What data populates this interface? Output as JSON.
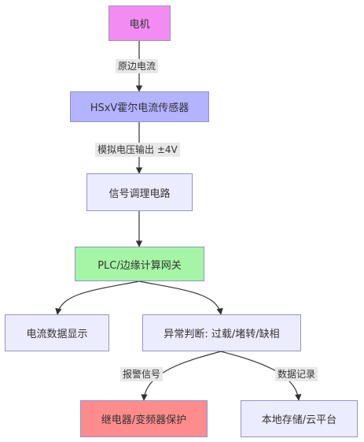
{
  "nodes": {
    "motor": {
      "label": "电机",
      "fill": "#f28cf2"
    },
    "sensor": {
      "label": "HSxV霍尔电流传感器",
      "fill": "#b3b3ff"
    },
    "conditioning": {
      "label": "信号调理电路",
      "fill": "#ececff"
    },
    "gateway": {
      "label": "PLC/边缘计算网关",
      "fill": "#a6f5a6"
    },
    "display": {
      "label": "电流数据显示",
      "fill": "#ececff"
    },
    "fault": {
      "label": "异常判断: 过载/堵转/缺相",
      "fill": "#ececff"
    },
    "relay": {
      "label": "继电器/变频器保护",
      "fill": "#ff8c8c"
    },
    "storage": {
      "label": "本地存储/云平台",
      "fill": "#ececff"
    }
  },
  "edges": {
    "primary_current": "原边电流",
    "analog_output": "模拟电压输出 ±4V",
    "alarm_signal": "报警信号",
    "data_logging": "数据记录"
  }
}
